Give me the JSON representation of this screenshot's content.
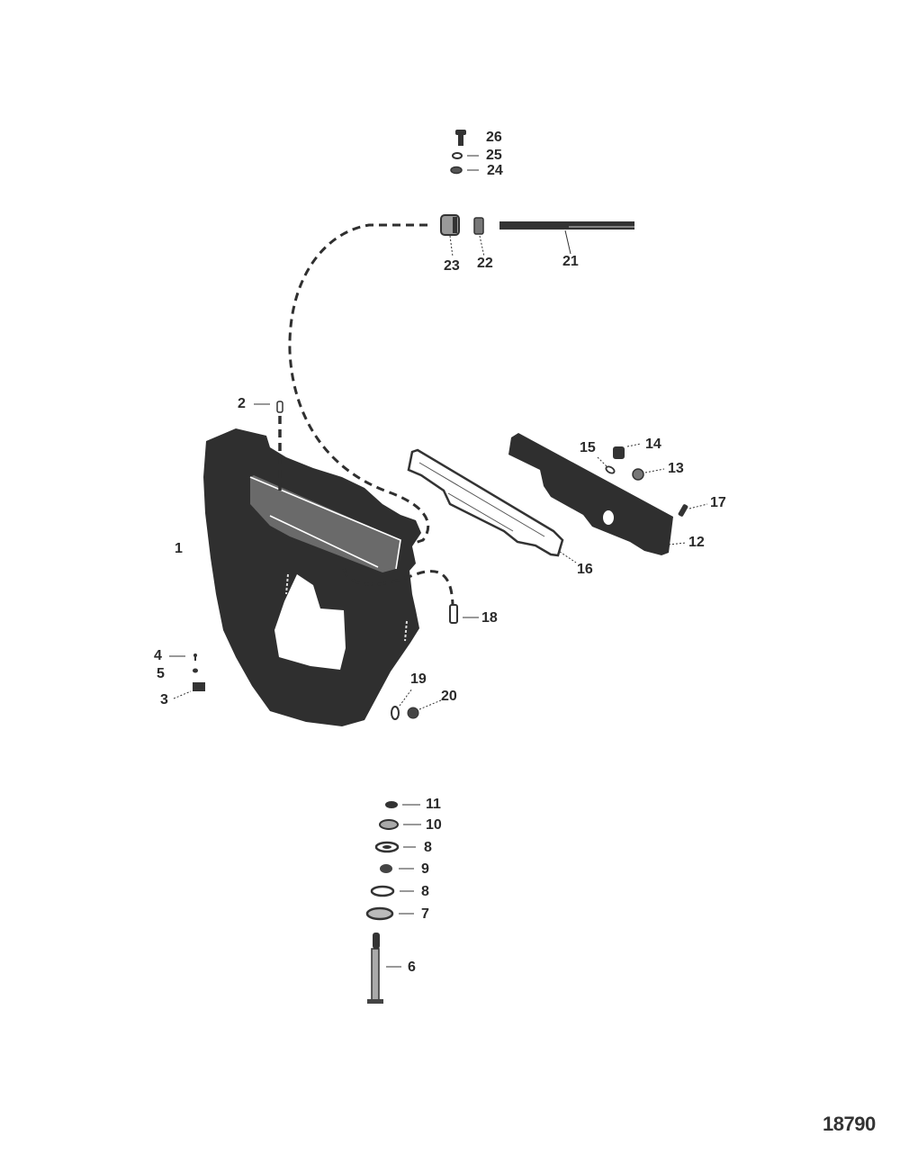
{
  "diagram": {
    "type": "exploded-parts-diagram",
    "figure_number": "18790",
    "callouts": [
      {
        "id": "1",
        "label": "1",
        "part": "housing"
      },
      {
        "id": "2",
        "label": "2",
        "part": "pin"
      },
      {
        "id": "3",
        "label": "3",
        "part": "plug"
      },
      {
        "id": "4",
        "label": "4",
        "part": "pin"
      },
      {
        "id": "5",
        "label": "5",
        "part": "washer"
      },
      {
        "id": "6",
        "label": "6",
        "part": "bolt"
      },
      {
        "id": "7",
        "label": "7",
        "part": "washer"
      },
      {
        "id": "8a",
        "label": "8",
        "part": "washer"
      },
      {
        "id": "8b",
        "label": "8",
        "part": "washer"
      },
      {
        "id": "9",
        "label": "9",
        "part": "bushing"
      },
      {
        "id": "10",
        "label": "10",
        "part": "washer"
      },
      {
        "id": "11",
        "label": "11",
        "part": "nut"
      },
      {
        "id": "12",
        "label": "12",
        "part": "cover"
      },
      {
        "id": "13",
        "label": "13",
        "part": "nut"
      },
      {
        "id": "14",
        "label": "14",
        "part": "plug"
      },
      {
        "id": "15",
        "label": "15",
        "part": "o-ring"
      },
      {
        "id": "16",
        "label": "16",
        "part": "gasket"
      },
      {
        "id": "17",
        "label": "17",
        "part": "screw"
      },
      {
        "id": "18",
        "label": "18",
        "part": "fitting"
      },
      {
        "id": "19",
        "label": "19",
        "part": "washer"
      },
      {
        "id": "20",
        "label": "20",
        "part": "nut"
      },
      {
        "id": "21",
        "label": "21",
        "part": "stud"
      },
      {
        "id": "22",
        "label": "22",
        "part": "washer"
      },
      {
        "id": "23",
        "label": "23",
        "part": "nut"
      },
      {
        "id": "24",
        "label": "24",
        "part": "washer"
      },
      {
        "id": "25",
        "label": "25",
        "part": "washer"
      },
      {
        "id": "26",
        "label": "26",
        "part": "screw"
      }
    ]
  }
}
